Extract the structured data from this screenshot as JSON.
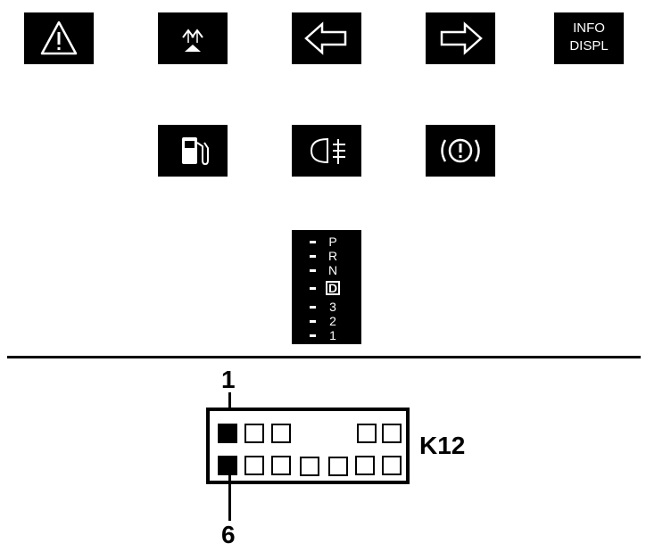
{
  "icons": {
    "warning": "warning-triangle-icon",
    "upshift": "upshift-arrows-icon",
    "turn_left": "left-arrow-icon",
    "turn_right": "right-arrow-icon",
    "info_display_line1": "INFO",
    "info_display_line2": "DISPL",
    "fuel": "fuel-pump-icon",
    "rear_fog": "rear-fog-lamp-icon",
    "brake": "brake-warning-icon"
  },
  "gear_indicator": {
    "positions": [
      "P",
      "R",
      "N",
      "D",
      "3",
      "2",
      "1"
    ],
    "selected": "D"
  },
  "connector": {
    "name": "K12",
    "pin_top_label": "1",
    "pin_bottom_label": "6",
    "highlighted_pins": [
      "1",
      "6"
    ]
  },
  "colors": {
    "ink": "#000000",
    "paper": "#ffffff"
  }
}
